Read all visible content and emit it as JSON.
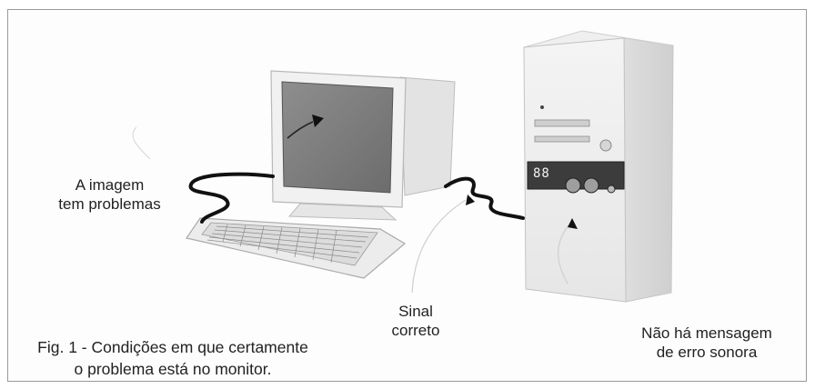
{
  "labels": {
    "image_problem": [
      "A imagem",
      "tem problemas"
    ],
    "signal": [
      "Sinal",
      "correto"
    ],
    "no_beep": [
      "Não há mensagem",
      "de erro sonora"
    ]
  },
  "display": {
    "led_readout": "88"
  },
  "caption": {
    "line1": "Fig. 1 - Condições em que certamente",
    "line2": "o problema está no monitor."
  }
}
